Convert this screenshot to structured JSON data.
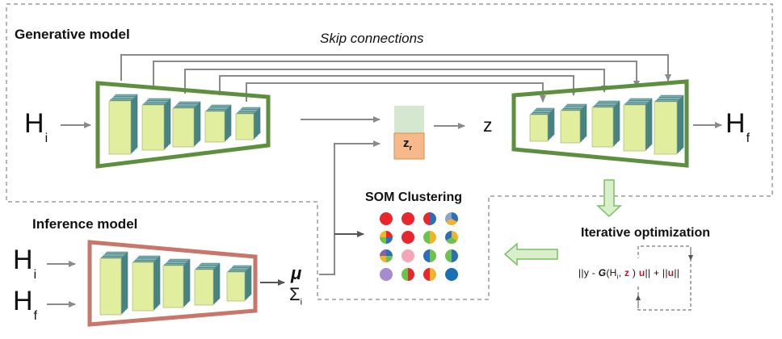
{
  "generative_model": {
    "title": "Generative model"
  },
  "inference_model": {
    "title": "Inference model"
  },
  "skip_connections": {
    "label": "Skip connections"
  },
  "inputs": {
    "H": "H",
    "i": "i",
    "f": "f"
  },
  "latent": {
    "z": "z",
    "zr_main": "z",
    "zr_sub": "r"
  },
  "som": {
    "title": "SOM Clustering",
    "rows": [
      [
        [
          "#e8262b"
        ],
        [
          "#e8262b"
        ],
        [
          "#2a6fb8",
          "#e8262b"
        ],
        [
          "#2a6fb8",
          "#f0b429",
          "#8aa4c8"
        ]
      ],
      [
        [
          "#e8262b",
          "#2a6fb8",
          "#6cc24a",
          "#f0b429"
        ],
        [
          "#e8262b"
        ],
        [
          "#f0b429",
          "#6cc24a"
        ],
        [
          "#f0b429",
          "#6cc24a",
          "#2a6fb8"
        ]
      ],
      [
        [
          "#2a6fb8",
          "#6cc24a",
          "#f0b429",
          "#8b5fb0"
        ],
        [
          "#f4a6b8"
        ],
        [
          "#6cc24a",
          "#2a6fb8"
        ],
        [
          "#2a6fb8",
          "#6cc24a"
        ]
      ],
      [
        [
          "#a78bd0"
        ],
        [
          "#e8262b",
          "#6cc24a"
        ],
        [
          "#f0b429",
          "#e8262b"
        ],
        [
          "#1a6fb5"
        ]
      ]
    ]
  },
  "iterative": {
    "title": "Iterative optimization",
    "f_part1": "||y - ",
    "f_G": "G",
    "f_part2": "(H",
    "f_sub": "i",
    "f_part3": ", ",
    "f_z": "z",
    "f_part4": " ) ",
    "f_u": "u",
    "f_part5": "|| + ||",
    "f_u2": "u",
    "f_part6": "||"
  },
  "stats": {
    "mu": "μ",
    "sigma": "Σ",
    "sigma_sub": "i"
  },
  "colors": {
    "generative_border": "#5e8f3e",
    "inference_border": "#c9766a",
    "arrow": "#8a8a8a",
    "z_top": "#d4e8cf",
    "z_bottom": "#f6b98a",
    "layer_face": "#e0ee9e",
    "layer_back": "#4f8a8a"
  }
}
